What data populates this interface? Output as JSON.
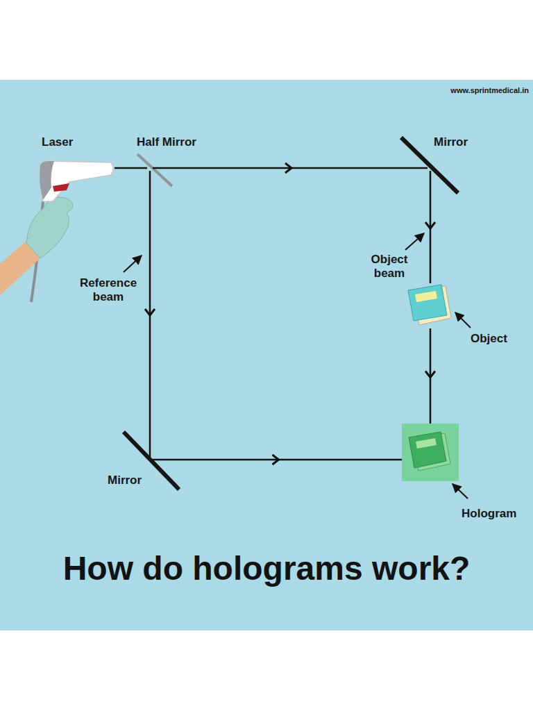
{
  "diagram": {
    "title": "How do holograms work?",
    "nodes": [
      {
        "text": [
          "Laser"
        ]
      },
      {
        "text": [
          "Half Mirror"
        ]
      },
      {
        "text": [
          "Mirror"
        ]
      },
      {
        "text": [
          "Object"
        ]
      },
      {
        "text": [
          "Mirror"
        ]
      },
      {
        "text": [
          "Hologram"
        ]
      }
    ],
    "edges": [
      {
        "from": 0,
        "to": 1,
        "arrow": "none"
      },
      {
        "from": 1,
        "to": 2,
        "arrow": "to"
      },
      {
        "from": 2,
        "to": 3,
        "arrow": "to"
      },
      {
        "from": 3,
        "to": 5,
        "arrow": "to"
      },
      {
        "from": 1,
        "to": 4,
        "arrow": "to"
      },
      {
        "from": 4,
        "to": 5,
        "arrow": "to"
      }
    ],
    "labels": [
      "www.sprintmedical.in",
      "Reference beam",
      "Object beam"
    ]
  }
}
